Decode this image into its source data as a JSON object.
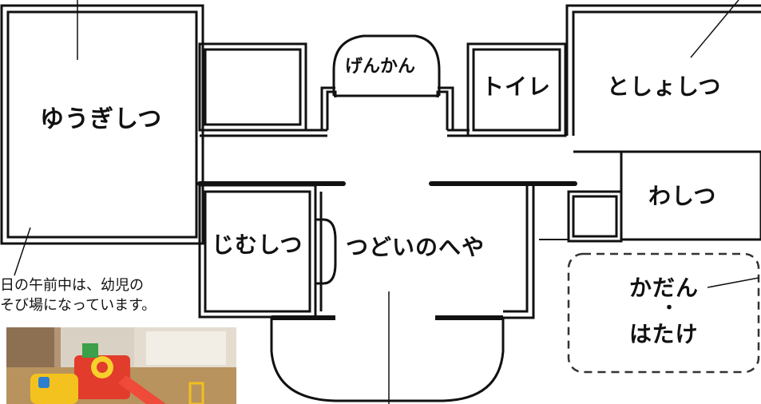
{
  "rooms": {
    "yuugi": "ゆうぎしつ",
    "genkan": "げんかん",
    "toire": "トイレ",
    "toshoshitsu": "としょしつ",
    "washitsu": "わしつ",
    "jimushitsu": "じむしつ",
    "tsudoi": "つどいのへや"
  },
  "garden": {
    "line1": "かだん",
    "line2": "・",
    "line3": "はたけ"
  },
  "note": {
    "line1": "日の午前中は、幼児の",
    "line2": "そび場になっています。"
  },
  "colors": {
    "wall": "#111111",
    "dashed_border": "#333333"
  },
  "photo": {
    "description_icon": "playroom-photo"
  }
}
